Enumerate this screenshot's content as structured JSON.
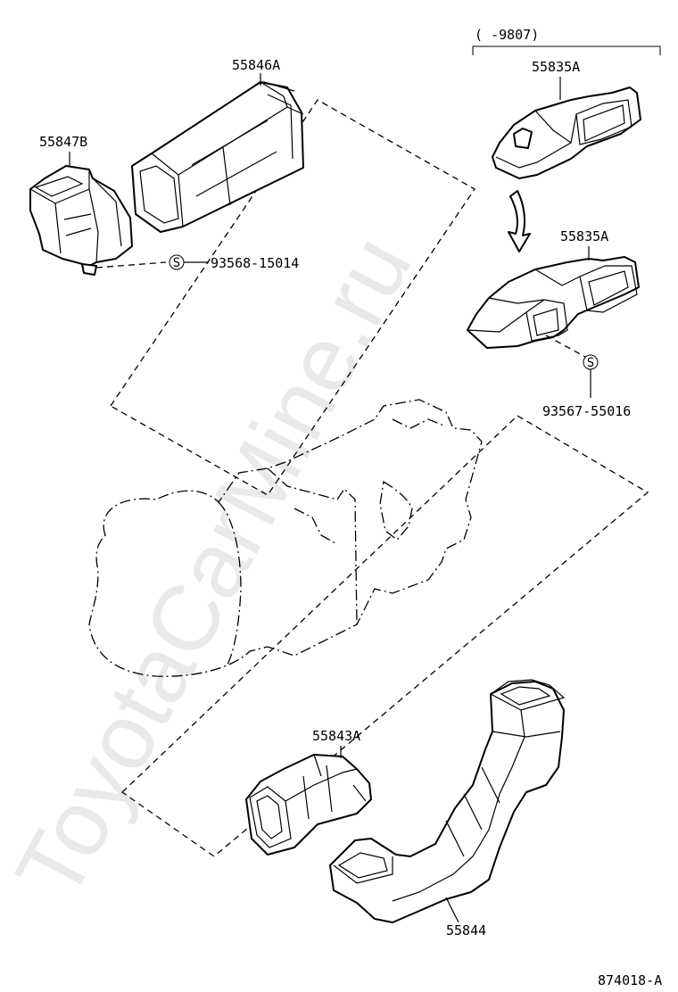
{
  "watermark": "ToyotaCarMine.ru",
  "range_label": "(   -9807)",
  "callouts": {
    "p55846a": "55846A",
    "p55847b": "55847B",
    "p55835a_upper": "55835A",
    "p55835a_lower": "55835A",
    "p55843a": "55843A",
    "p55844": "55844",
    "screw_upper": "93568-15014",
    "screw_lower": "93567-55016"
  },
  "screw_symbol": "S",
  "drawing_number": "874018-A"
}
